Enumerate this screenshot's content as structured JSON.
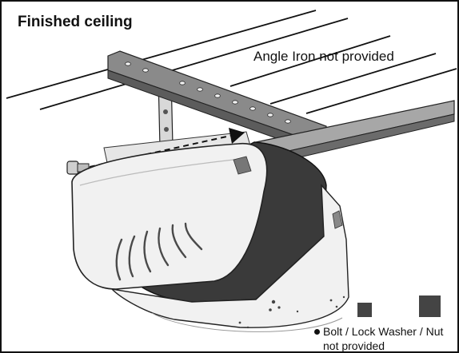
{
  "labels": {
    "ceiling": "Finished ceiling",
    "angle_iron": "Angle Iron not provided",
    "bolt_line1": "Bolt / Lock Washer / Nut",
    "bolt_line2": "not provided"
  },
  "colors": {
    "line": "#111111",
    "angle_iron": "#8a8a8a",
    "housing": "#f1f1f1",
    "housing_shadow": "#3a3a3a",
    "marker": "#444444"
  }
}
